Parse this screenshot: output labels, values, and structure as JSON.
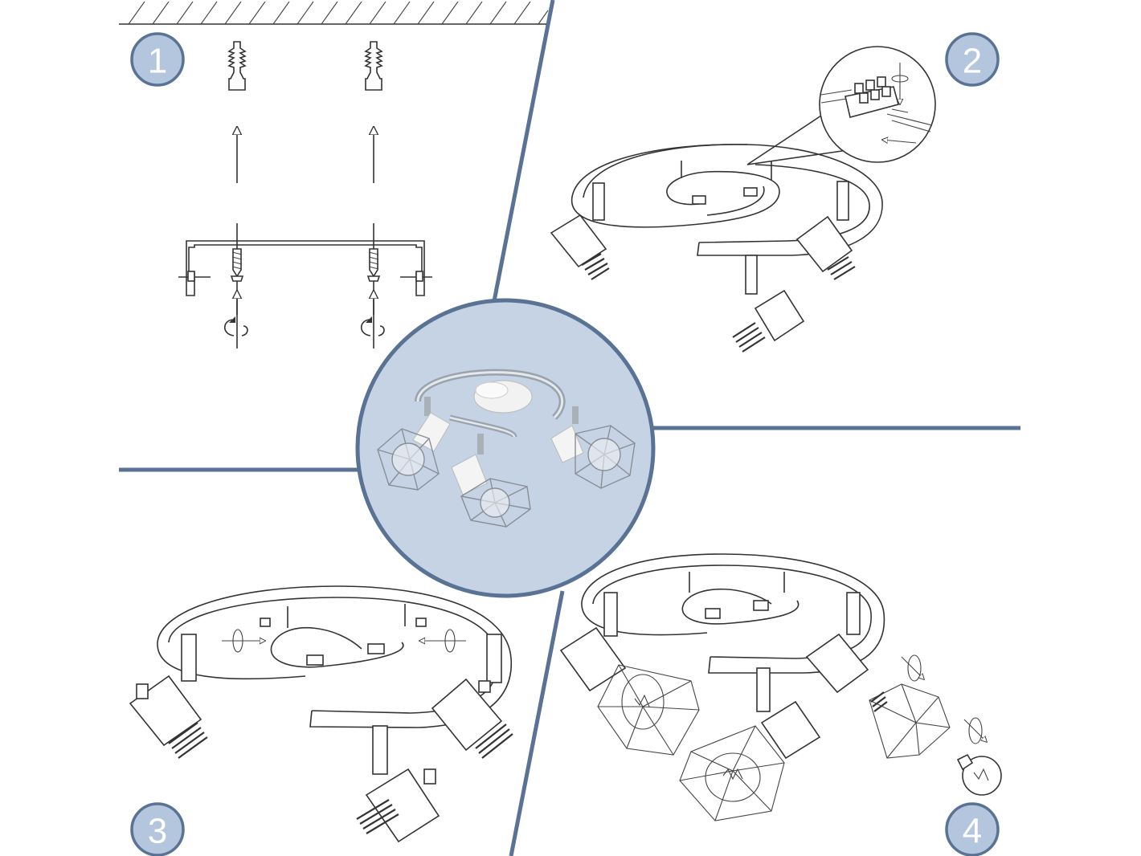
{
  "steps": [
    {
      "number": "1"
    },
    {
      "number": "2"
    },
    {
      "number": "3"
    },
    {
      "number": "4"
    }
  ],
  "colors": {
    "divider": "#5a7394",
    "badge_fill": "#b3c6dd",
    "badge_text": "#ffffff",
    "center_photo_bg": "#c5d3e5",
    "line_art": "#333333"
  },
  "icons": {
    "step1": [
      "wall-plug-icon",
      "screw-icon",
      "rotate-screwdriver-icon",
      "arrow-up-icon"
    ],
    "step2": [
      "terminal-block-icon",
      "wire-icon",
      "rotate-arrow-icon"
    ],
    "step3": [
      "tighten-screw-icon",
      "rotate-arrow-icon"
    ],
    "step4": [
      "wire-cage-shade-icon",
      "light-bulb-icon",
      "rotate-arrow-icon"
    ]
  }
}
